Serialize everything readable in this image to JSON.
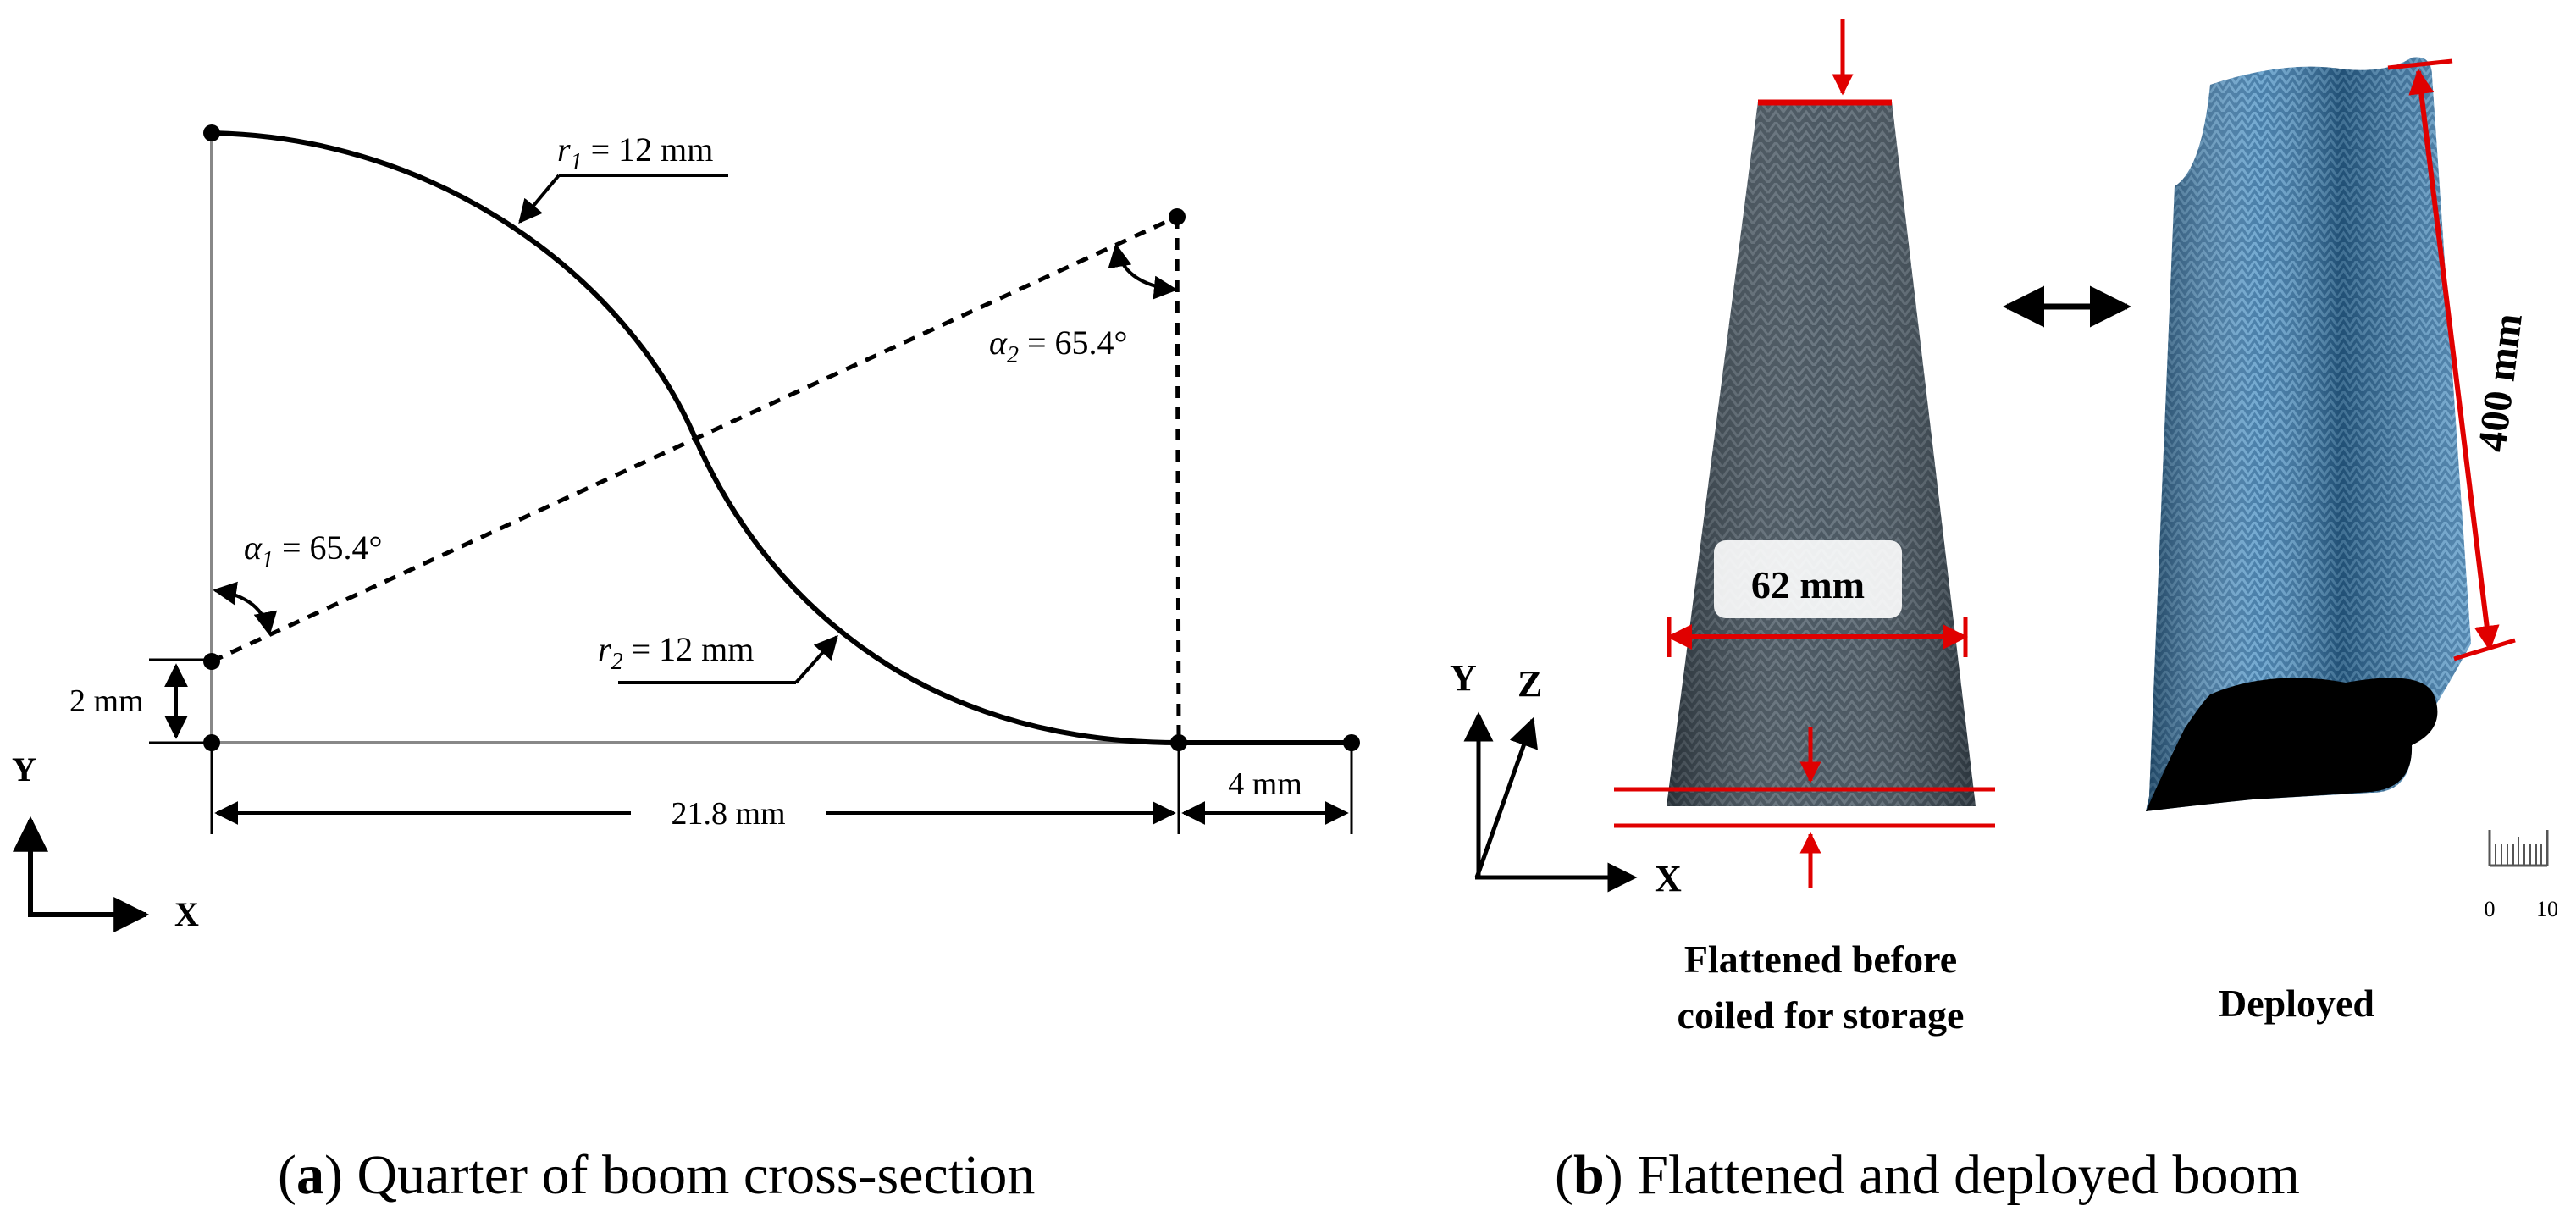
{
  "panel_a": {
    "r1_symbol": "r",
    "r1_sub": "1",
    "r1_value": " =  12 mm",
    "r2_symbol": "r",
    "r2_sub": "2",
    "r2_value": " =  12 mm",
    "alpha1_symbol": "α",
    "alpha1_sub": "1",
    "alpha1_value": " = 65.4°",
    "alpha2_symbol": "α",
    "alpha2_sub": "2",
    "alpha2_value": " = 65.4°",
    "dim_2mm": "2 mm",
    "dim_21_8mm": "21.8 mm",
    "dim_4mm": "4 mm",
    "axis_y": "Y",
    "axis_x": "X"
  },
  "panel_b": {
    "width_label": "62 mm",
    "length_label": "400 mm",
    "axis_y": "Y",
    "axis_z": "Z",
    "axis_x": "X",
    "flattened_line1": "Flattened before",
    "flattened_line2": "coiled for storage",
    "deployed_label": "Deployed",
    "scale_min": "0",
    "scale_max": "10"
  },
  "captions": {
    "a_letter": "a",
    "a_text": " Quarter of boom cross-section",
    "b_letter": "b",
    "b_text": " Flattened and deployed boom"
  },
  "colors": {
    "dimension_red": "#e00000",
    "boom_flat": "#3c4a55",
    "boom_deployed": "#2a6a9e"
  }
}
